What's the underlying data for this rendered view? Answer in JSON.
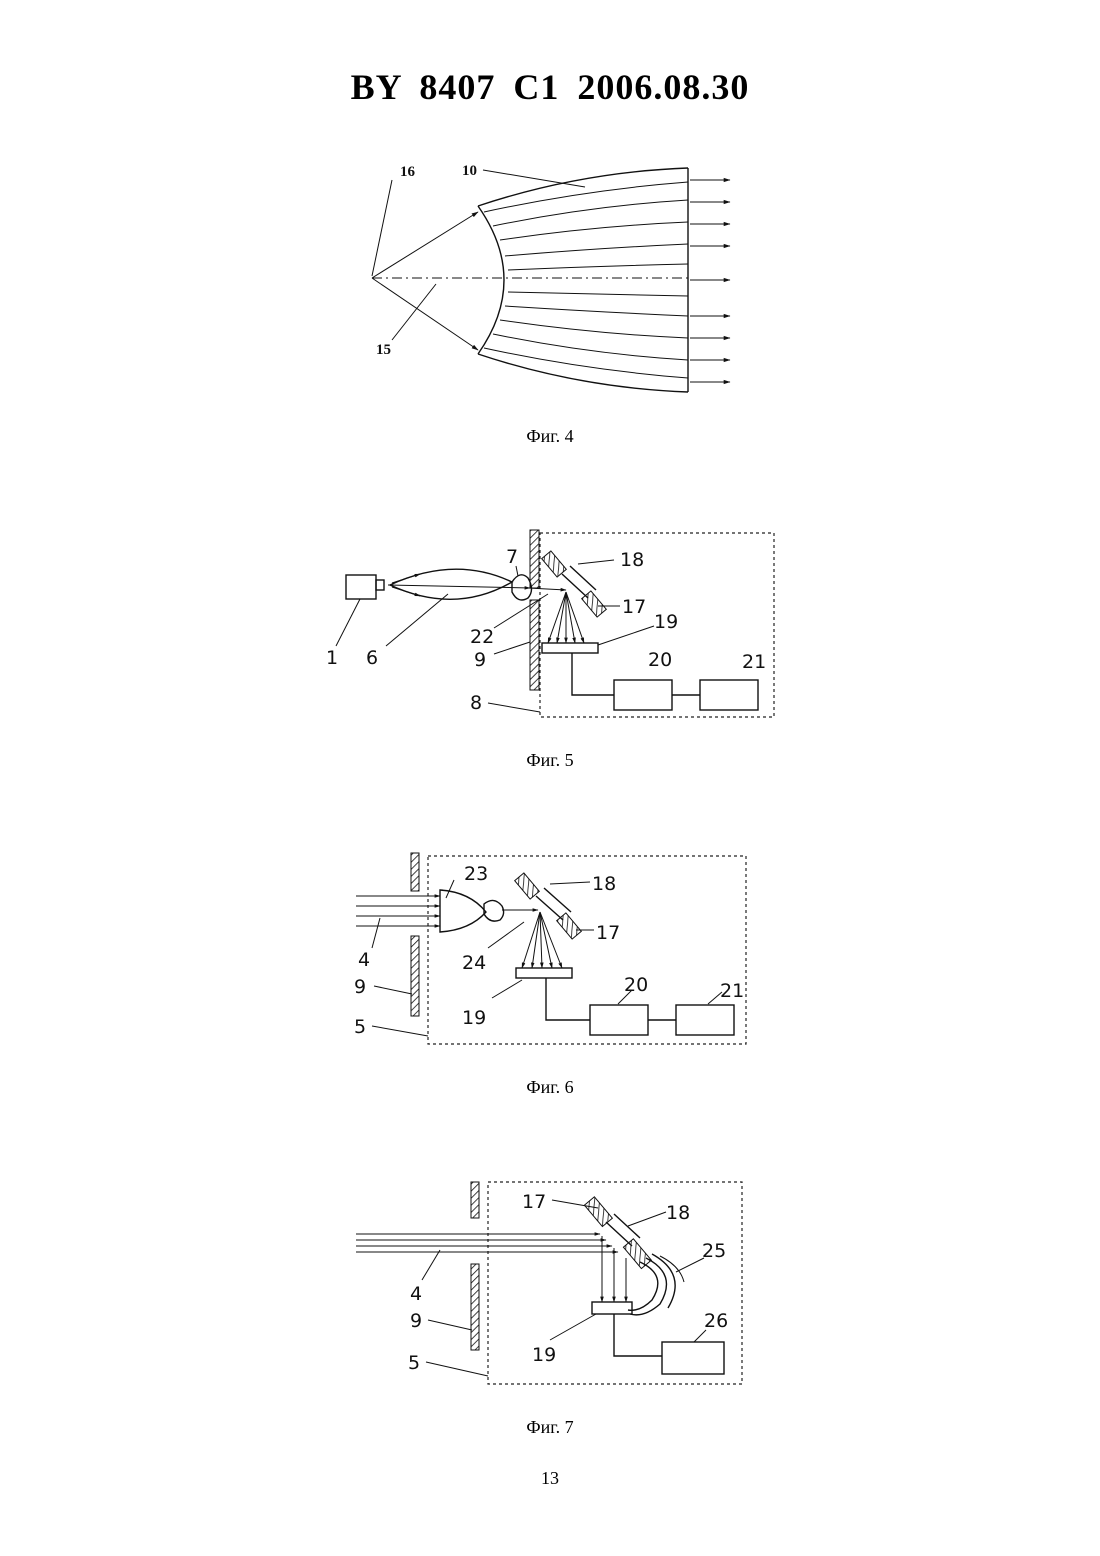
{
  "document": {
    "header": "BY 8407 C1 2006.08.30",
    "page_number": "13"
  },
  "figures": [
    {
      "caption": "Фиг. 4",
      "labels": {
        "l16": "16",
        "l10": "10",
        "l15": "15"
      }
    },
    {
      "caption": "Фиг. 5",
      "labels": {
        "l7": "7",
        "l18": "18",
        "l17": "17",
        "l19": "19",
        "l22": "22",
        "l1": "1",
        "l6": "6",
        "l9": "9",
        "l20": "20",
        "l21": "21",
        "l8": "8"
      }
    },
    {
      "caption": "Фиг. 6",
      "labels": {
        "l23": "23",
        "l18": "18",
        "l17": "17",
        "l4": "4",
        "l24": "24",
        "l9": "9",
        "l20": "20",
        "l21": "21",
        "l19": "19",
        "l5": "5"
      }
    },
    {
      "caption": "Фиг. 7",
      "labels": {
        "l17": "17",
        "l18": "18",
        "l25": "25",
        "l4": "4",
        "l9": "9",
        "l26": "26",
        "l19": "19",
        "l5": "5"
      }
    }
  ]
}
